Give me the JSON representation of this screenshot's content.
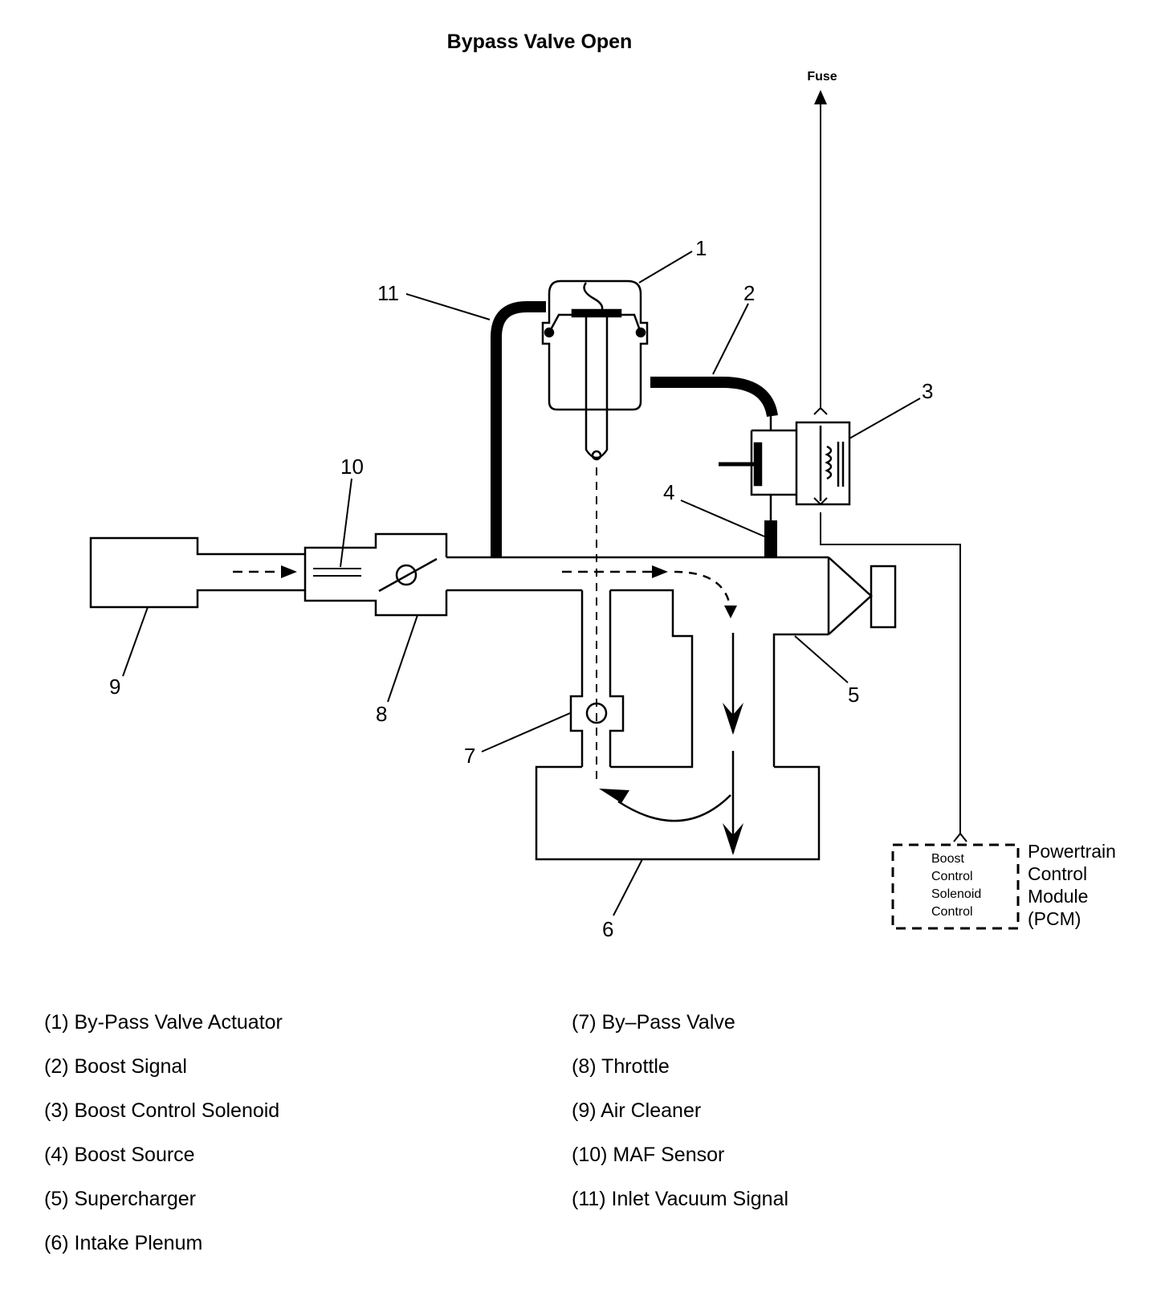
{
  "title": "Bypass Valve Open",
  "labels": {
    "fuse": "Fuse",
    "pcm": [
      "Powertrain",
      "Control",
      "Module",
      "(PCM)"
    ],
    "pcm_box": [
      "Boost",
      "Control",
      "Solenoid",
      "Control"
    ]
  },
  "callouts": [
    "1",
    "2",
    "3",
    "4",
    "5",
    "6",
    "7",
    "8",
    "9",
    "10",
    "11"
  ],
  "legend": {
    "left": [
      "(1) By-Pass Valve Actuator",
      "(2) Boost Signal",
      "(3) Boost Control Solenoid",
      "(4) Boost Source",
      "(5) Supercharger",
      "(6) Intake Plenum"
    ],
    "right": [
      "(7) By–Pass Valve",
      "(8) Throttle",
      "(9) Air Cleaner",
      "(10) MAF Sensor",
      "(11) Inlet Vacuum Signal"
    ]
  }
}
